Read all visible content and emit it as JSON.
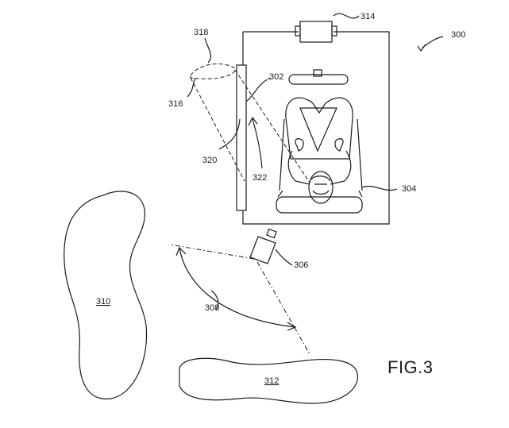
{
  "figure": {
    "title": "FIG.3",
    "labels": {
      "l300": "300",
      "l302": "302",
      "l304": "304",
      "l306": "306",
      "l308": "308",
      "l310": "310",
      "l312": "312",
      "l314": "314",
      "l316": "316",
      "l318": "318",
      "l320": "320",
      "l322": "322"
    }
  }
}
